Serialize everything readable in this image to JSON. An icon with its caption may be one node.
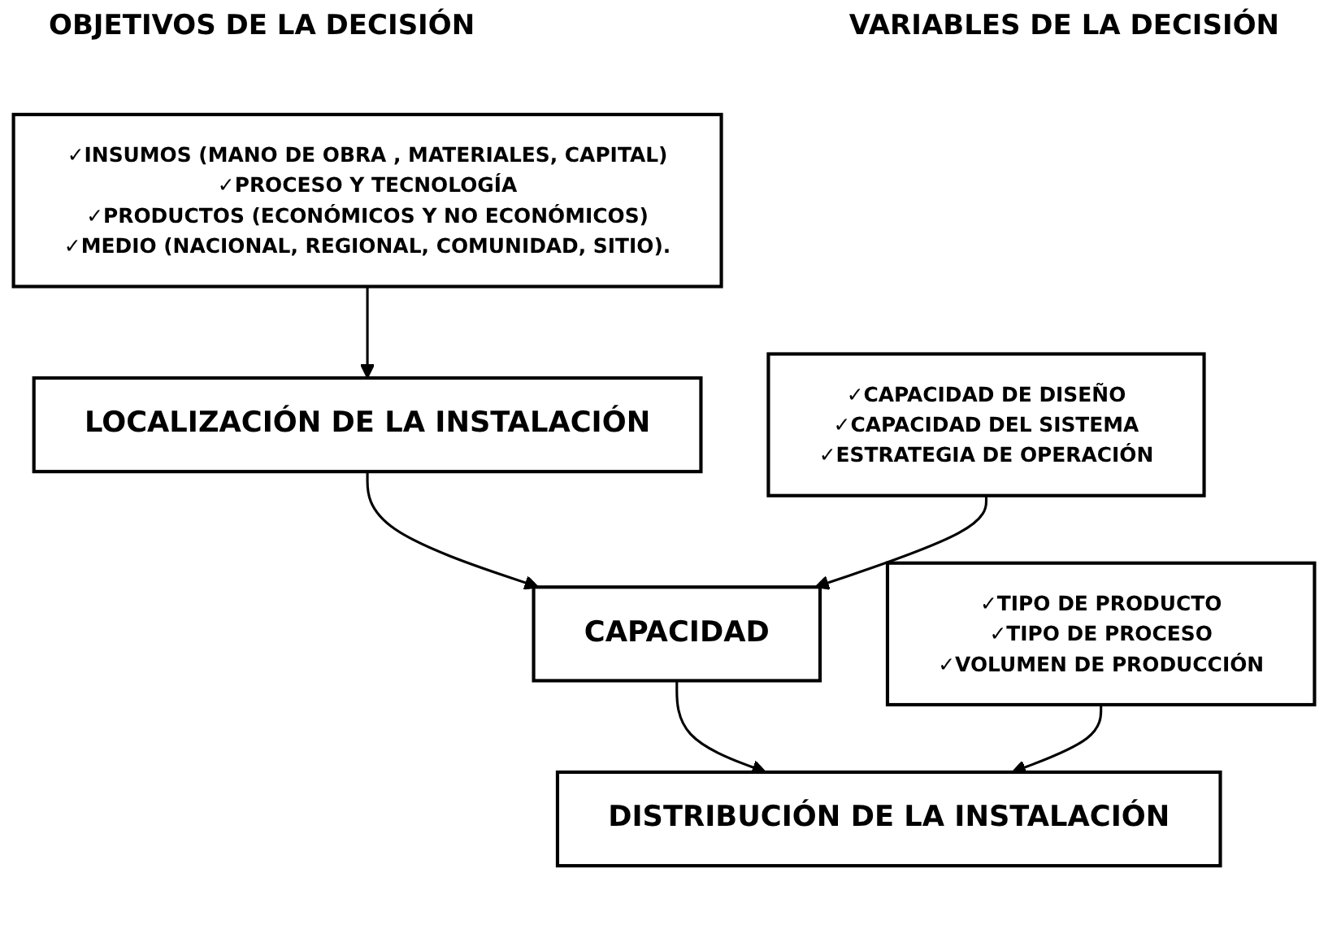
{
  "diagram": {
    "nodes": [
      {
        "text": [
          "LOCALIZACIÓN DE LA INSTALACIÓN"
        ]
      },
      {
        "text": [
          "✓INSUMOS (MANO DE OBRA , MATERIALES, CAPITAL)",
          "✓PROCESO Y TECNOLOGÍA",
          "✓PRODUCTOS (ECONÓMICOS Y NO ECONÓMICOS)",
          "✓MEDIO (NACIONAL, REGIONAL, COMUNIDAD, SITIO)."
        ]
      },
      {
        "text": [
          "CAPACIDAD"
        ]
      },
      {
        "text": [
          "✓CAPACIDAD DE DISEÑO",
          "✓CAPACIDAD DEL SISTEMA",
          "✓ESTRATEGIA DE OPERACIÓN"
        ]
      },
      {
        "text": [
          "DISTRIBUCIÓN DE LA INSTALACIÓN"
        ]
      },
      {
        "text": [
          "✓TIPO DE PRODUCTO",
          "✓TIPO DE PROCESO",
          "✓VOLUMEN DE PRODUCCIÓN"
        ]
      }
    ],
    "edges": [
      {
        "from": 1,
        "to": 0,
        "arrow": "to"
      },
      {
        "from": 0,
        "to": 2,
        "arrow": "to"
      },
      {
        "from": 3,
        "to": 2,
        "arrow": "to"
      },
      {
        "from": 2,
        "to": 4,
        "arrow": "to"
      },
      {
        "from": 5,
        "to": 4,
        "arrow": "to"
      }
    ],
    "labels": [
      "OBJETIVOS DE LA DECISIÓN",
      "VARIABLES DE LA DECISIÓN"
    ]
  }
}
